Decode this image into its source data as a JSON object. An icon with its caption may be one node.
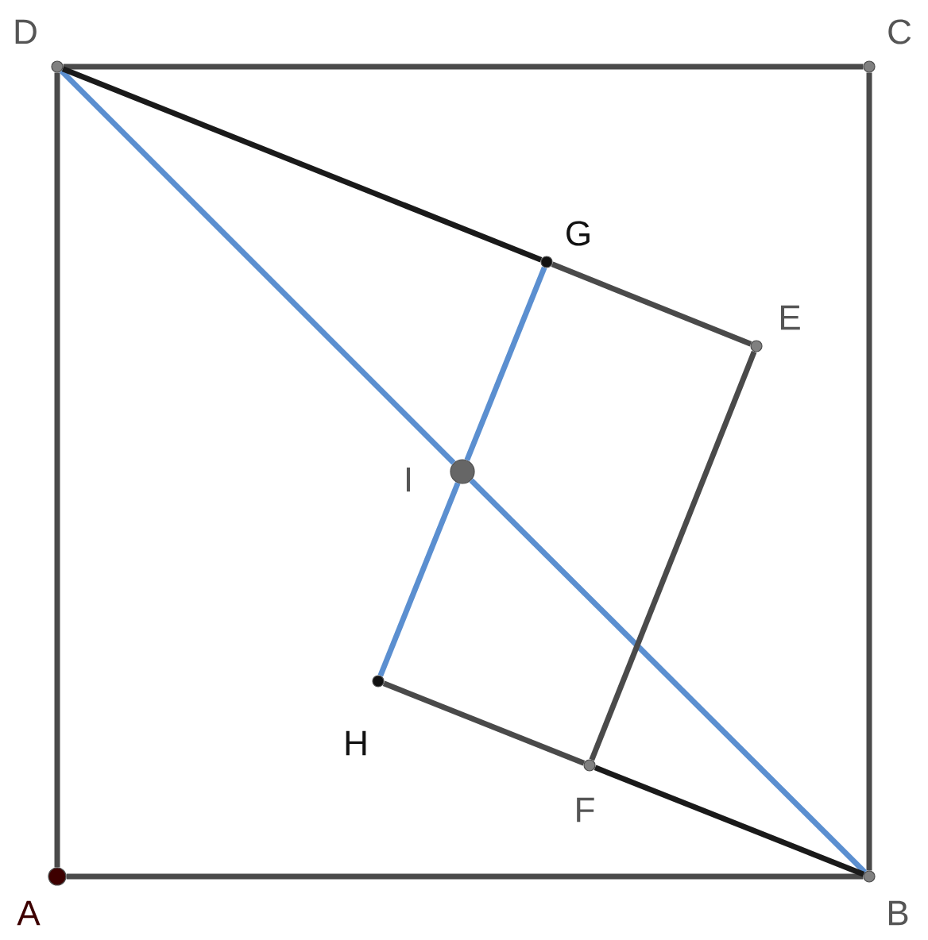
{
  "diagram": {
    "nodes": [
      {
        "text": [
          "D"
        ]
      },
      {
        "text": [
          "C"
        ]
      },
      {
        "text": [
          "G"
        ]
      },
      {
        "text": [
          "E"
        ]
      },
      {
        "text": [
          "I"
        ]
      },
      {
        "text": [
          "H"
        ]
      },
      {
        "text": [
          "F"
        ]
      },
      {
        "text": [
          "A"
        ]
      },
      {
        "text": [
          "B"
        ]
      }
    ],
    "edges": [
      {
        "from": 0,
        "to": 1,
        "arrow": "none"
      },
      {
        "from": 1,
        "to": 8,
        "arrow": "none"
      },
      {
        "from": 8,
        "to": 7,
        "arrow": "none"
      },
      {
        "from": 7,
        "to": 0,
        "arrow": "none"
      },
      {
        "from": 0,
        "to": 4,
        "arrow": "none",
        "color": "#5b8fd0"
      },
      {
        "from": 4,
        "to": 8,
        "arrow": "none",
        "color": "#5b8fd0"
      },
      {
        "from": 0,
        "to": 2,
        "arrow": "none",
        "color": "#1a1a1a"
      },
      {
        "from": 2,
        "to": 3,
        "arrow": "none"
      },
      {
        "from": 3,
        "to": 6,
        "arrow": "none"
      },
      {
        "from": 6,
        "to": 8,
        "arrow": "none",
        "color": "#1a1a1a"
      },
      {
        "from": 5,
        "to": 6,
        "arrow": "none"
      },
      {
        "from": 2,
        "to": 4,
        "arrow": "none",
        "color": "#5b8fd0"
      },
      {
        "from": 4,
        "to": 5,
        "arrow": "none",
        "color": "#5b8fd0"
      }
    ]
  }
}
